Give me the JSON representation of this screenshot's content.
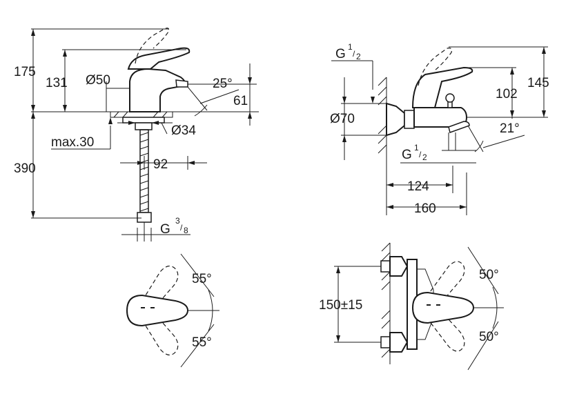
{
  "basin_mixer": {
    "height_total": "175",
    "height_spout": "131",
    "spout_diameter": "Ø50",
    "spout_angle": "25°",
    "height_outlet": "61",
    "base_diameter": "Ø34",
    "max_deck": "max.30",
    "hose_length": "390",
    "projection": "92",
    "connection_main": "G",
    "connection_sup": "3",
    "connection_sub": "8"
  },
  "bath_mixer": {
    "inlet_main": "G",
    "inlet_sup": "1",
    "inlet_sub": "2",
    "escutcheon_diameter": "Ø70",
    "height_lever": "102",
    "height_total": "145",
    "spout_angle": "21°",
    "outlet_main": "G",
    "outlet_sup": "1",
    "outlet_sub": "2",
    "projection_outlet": "124",
    "projection_total": "160"
  },
  "basin_top_view": {
    "rotation_up": "55°",
    "rotation_down": "55°"
  },
  "bath_front_view": {
    "centres": "150±15",
    "rotation_up": "50°",
    "rotation_down": "50°"
  }
}
